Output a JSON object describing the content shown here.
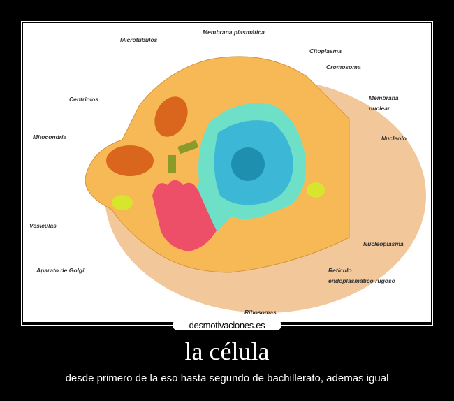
{
  "diagram": {
    "labels": {
      "microtubulos": "Microtúbulos",
      "membrana_plasmatica": "Membrana plasmática",
      "citoplasma": "Citoplasma",
      "cromosoma": "Cromosoma",
      "membrana_nuclear_1": "Membrana",
      "membrana_nuclear_2": "nuclear",
      "nucleolo": "Nucleolo",
      "centriolos": "Centriolos",
      "mitocondria": "Mitocondria",
      "vesiculas": "Vesículas",
      "nucleoplasma": "Nucleoplasma",
      "golgi": "Aparato de Golgi",
      "reticulo_1": "Retículo",
      "reticulo_2": "endoplasmático rugoso",
      "ribosomas": "Ribosomas"
    },
    "colors": {
      "membrane": "#f2c79a",
      "cytoplasm": "#f7b955",
      "nucleus": "#3cb7d6",
      "er": "#6fe0c8",
      "golgi": "#ec4f67",
      "mito": "#d9661c"
    }
  },
  "watermark": "desmotivaciones.es",
  "title": "la célula",
  "subtitle": "desde primero de la eso hasta segundo de bachillerato, ademas igual"
}
